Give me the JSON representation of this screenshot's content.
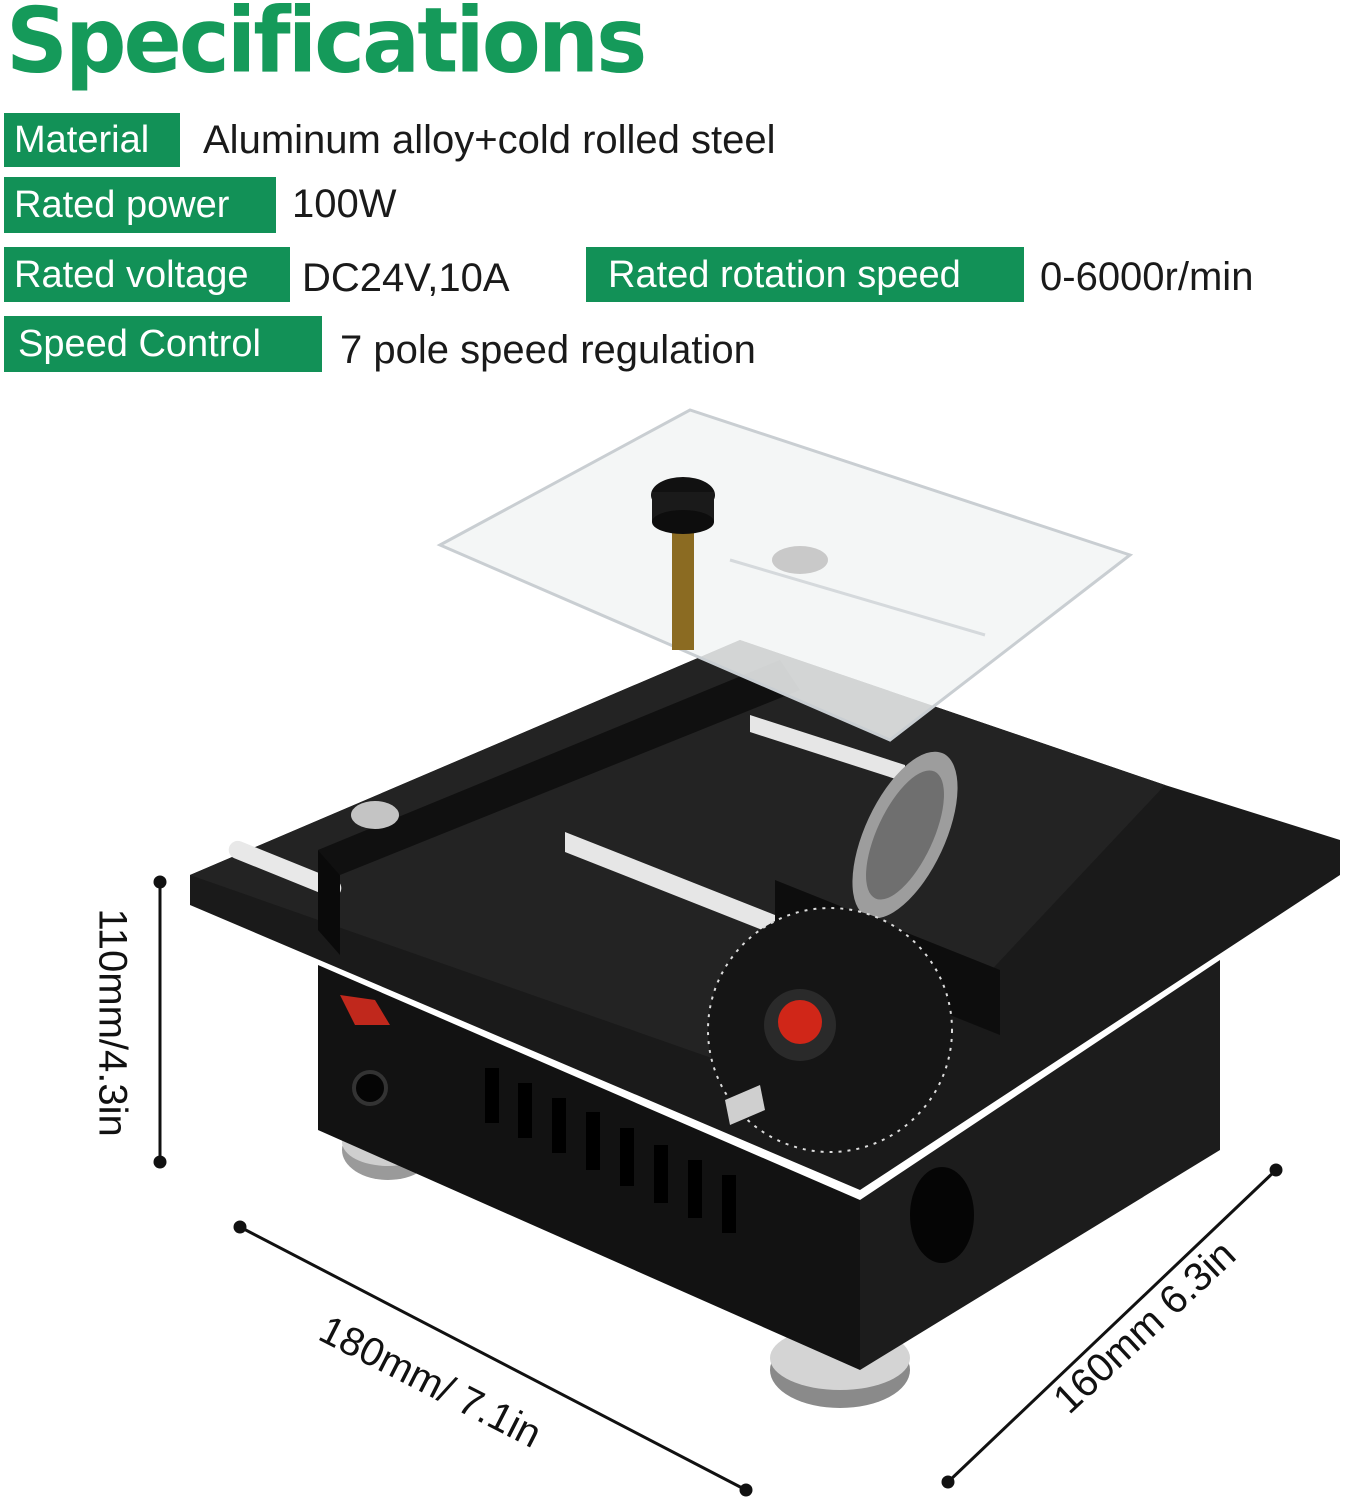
{
  "heading": "Specifications",
  "specs": [
    {
      "label": "Material",
      "value": "Aluminum alloy+cold rolled steel"
    },
    {
      "label": "Rated power",
      "value": "100W"
    },
    {
      "label": "Rated voltage",
      "value": "DC24V,10A"
    },
    {
      "label": "Rated rotation speed",
      "value": "0-6000r/min"
    },
    {
      "label": "Speed Control",
      "value": "7 pole speed regulation"
    }
  ],
  "dimensions": {
    "height": "110mm/4.3in",
    "length": "180mm/ 7.1in",
    "width": "160mm 6.3in"
  },
  "colors": {
    "heading": "#159a5a",
    "label_bg": "#129157",
    "label_text": "#ffffff"
  },
  "product_image": "mini table saw (black body, acrylic top guard, saw blade, angle gauge)"
}
